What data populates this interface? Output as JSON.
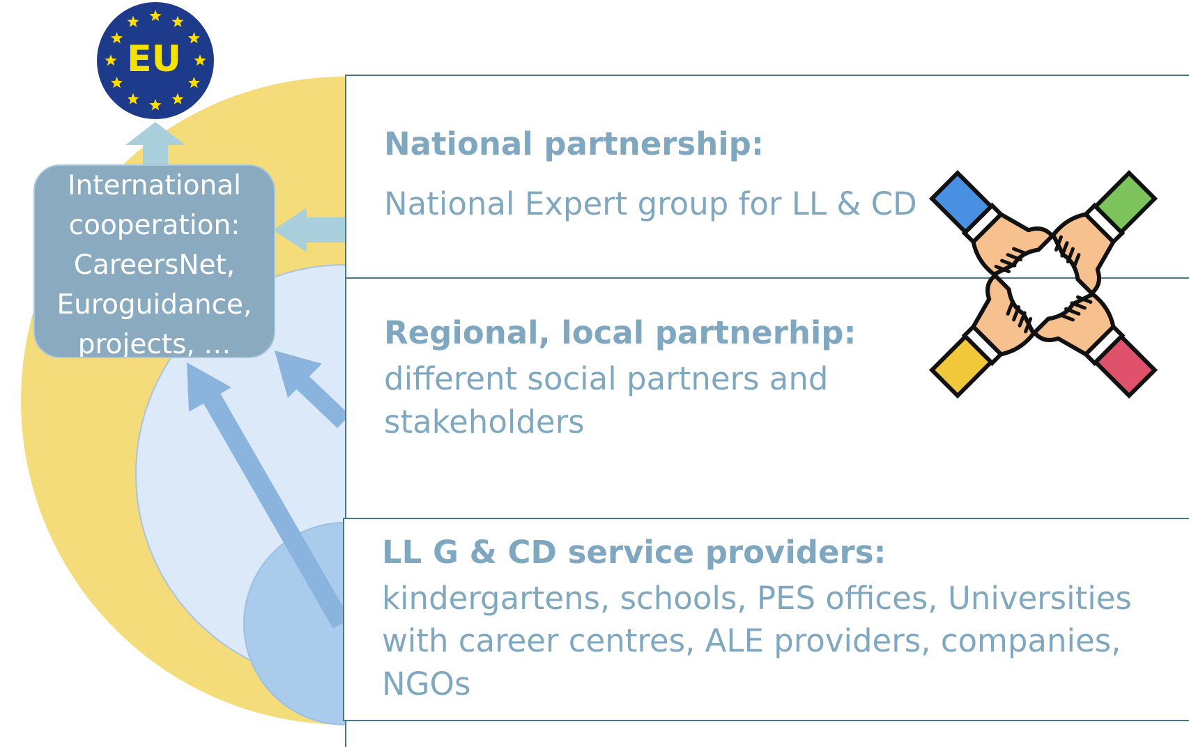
{
  "eu_badge": {
    "label": "EU",
    "colors": {
      "circle": "#1e3a8a",
      "stars": "#ffde00"
    }
  },
  "international": {
    "lines": [
      "International",
      "cooperation:",
      "CareersNet,",
      "Euroguidance,",
      "projects, …"
    ]
  },
  "national": {
    "title": "National partnership:",
    "text": "National Expert group for LL & CD"
  },
  "regional": {
    "title": "Regional, local partnerhip:",
    "lines": [
      "different social partners and",
      "stakeholders"
    ]
  },
  "providers": {
    "title": "LL G & CD service providers:",
    "lines": [
      "kindergartens, schools, PES offices, Universities",
      "with career centres, ALE providers, companies,",
      "NGOs"
    ]
  },
  "hands_icon": "hands-circle-icon",
  "colors": {
    "outer_circle": "#f5dc7a",
    "middle_circle": "#dce9f8",
    "inner_circle": "#a9cbec",
    "text_accent": "#7fa8c0",
    "panel_border": "#4a7488",
    "arrow_light": "#a9cfdd",
    "arrow_blue": "#8ab4de"
  }
}
